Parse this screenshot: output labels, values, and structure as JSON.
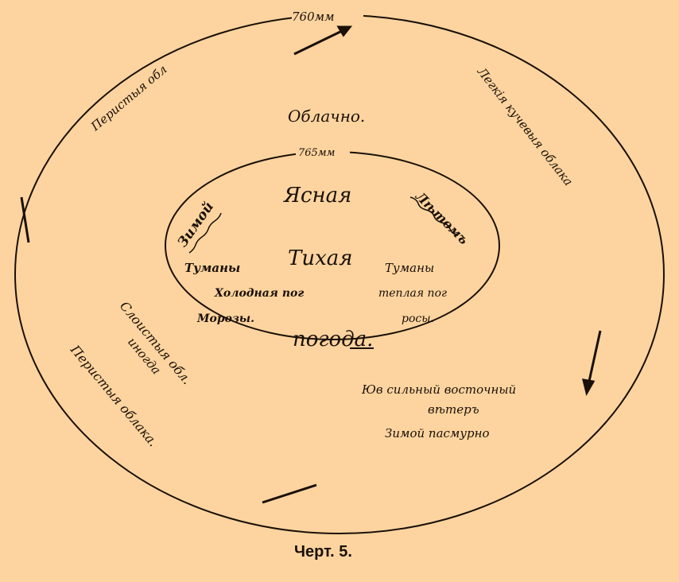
{
  "diagram": {
    "outer_isobar": "760мм",
    "inner_isobar": "765мм",
    "outer_ring": {
      "top": "Облачно.",
      "top_left": "Перистыя обл",
      "top_right": "Легкія кучевыя облака",
      "bottom_left_inner": "Слоистыя обл.",
      "bottom_left_inner_2": "иногда",
      "bottom_left_outer": "Перистыя облака.",
      "bottom_right_1": "Юв сильный восточный",
      "bottom_right_2": "вѣтеръ",
      "bottom_right_3": "Зимой пасмурно"
    },
    "inner_area": {
      "line1": "Ясная",
      "line2": "Тихая",
      "line3": "погода.",
      "winter_label": "Зимой",
      "summer_label": "Лѣтомъ",
      "winter_items": [
        "Туманы",
        "Холодная пог",
        "Морозы."
      ],
      "summer_items": [
        "Туманы",
        "теплая пог",
        "росы."
      ]
    },
    "caption": "Черт. 5."
  }
}
